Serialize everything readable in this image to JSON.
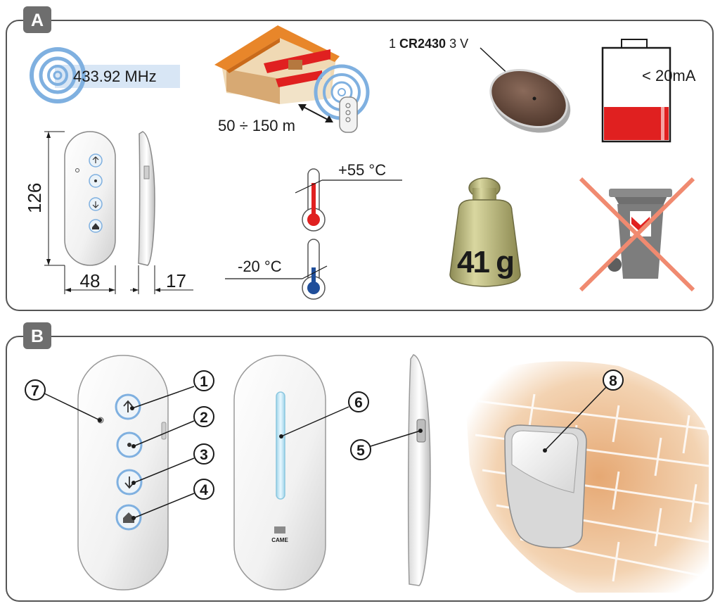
{
  "panel_a": {
    "tag": "A",
    "frequency": "433.92 MHz",
    "range": "50 ÷ 150 m",
    "battery_count": "1",
    "battery_model": "CR2430",
    "battery_voltage": "3 V",
    "low_battery": "< 20mA",
    "dim_height": "126",
    "dim_width": "48",
    "dim_depth": "17",
    "temp_max": "+55 °C",
    "temp_min": "-20 °C",
    "weight": "41 g"
  },
  "panel_b": {
    "tag": "B",
    "callouts": [
      "1",
      "2",
      "3",
      "4",
      "5",
      "6",
      "7",
      "8"
    ],
    "brand": "CAME"
  },
  "colors": {
    "panel_border": "#555555",
    "tag_bg": "#6e6e6e",
    "signal_blue": "#7fb0e0",
    "roof_orange": "#e8862a",
    "red": "#e02020",
    "blue_mercury": "#1f4e9a",
    "weight_khaki": "#b9b77a",
    "bin_gray": "#7d7d7d",
    "cross": "#f08a70",
    "brick": "#e9b98a"
  },
  "icons": [
    "radio-waves-icon",
    "house-icon",
    "coin-battery-icon",
    "battery-level-icon",
    "thermometer-hot-icon",
    "thermometer-cold-icon",
    "weight-icon",
    "crossed-bin-icon",
    "arrow-up-icon",
    "stop-icon",
    "arrow-down-icon",
    "home-icon"
  ]
}
